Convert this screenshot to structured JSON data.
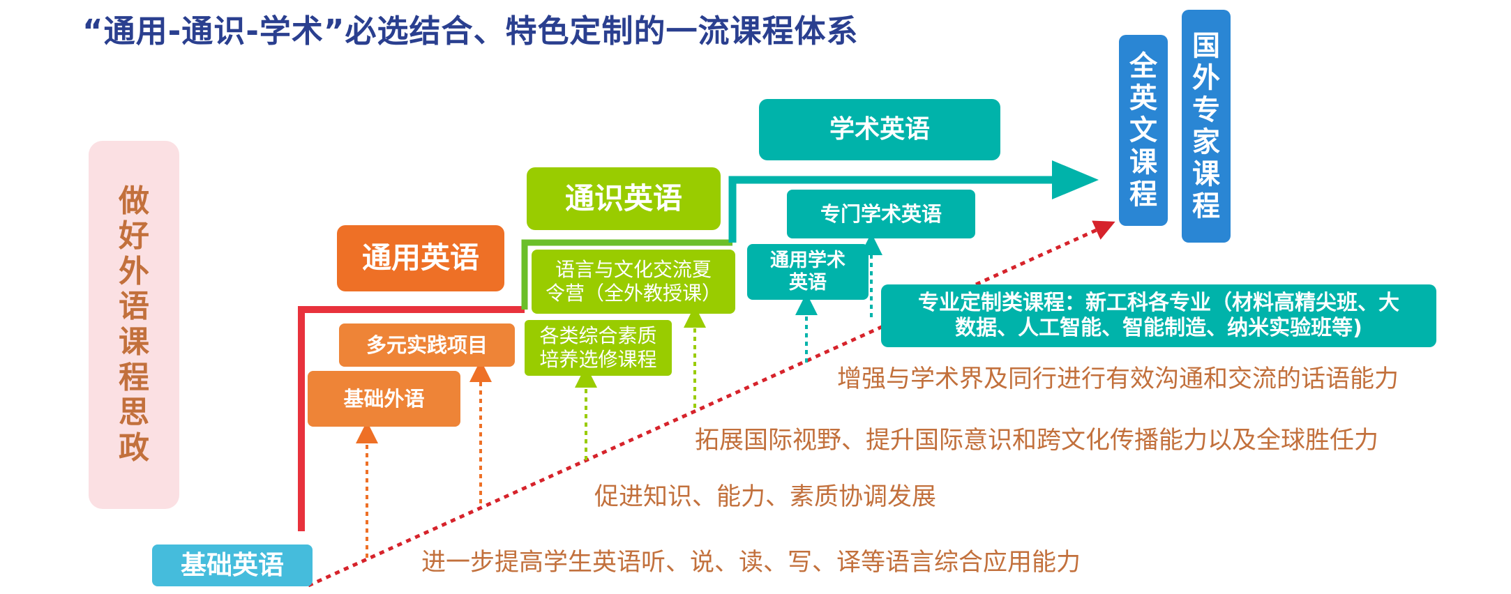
{
  "title": "“通用-通识-学术”必选结合、特色定制的一流课程体系",
  "side_banner": [
    "做",
    "好",
    "外",
    "语",
    "课",
    "程",
    "思",
    "政"
  ],
  "stages": {
    "basic": "基础英语",
    "general": "通用英语",
    "liberal": "通识英语",
    "academic": "学术英语"
  },
  "sub_courses": {
    "basic_foreign": "基础外语",
    "practice": "多元实践项目",
    "quality_line1": "各类综合素质",
    "quality_line2": "培养选修课程",
    "camp_line1": "语言与文化交流夏",
    "camp_line2": "令营（全外教授课）",
    "general_academic_line1": "通用学术",
    "general_academic_line2": "英语",
    "special_academic": "专门学术英语"
  },
  "custom_course": {
    "line1": "专业定制类课程：新工科各专业（材料高精尖班、大",
    "line2": "数据、人工智能、智能制造、纳米实验班等)"
  },
  "vertical_courses": {
    "all_english": [
      "全",
      "英",
      "文",
      "课",
      "程"
    ],
    "foreign_experts": [
      "国",
      "外",
      "专",
      "家",
      "课",
      "程"
    ]
  },
  "goals": {
    "goal1": "进一步提高学生英语听、说、读、写、译等语言综合应用能力",
    "goal2": "促进知识、能力、素质协调发展",
    "goal3": "拓展国际视野、提升国际意识和跨文化传播能力以及全球胜任力",
    "goal4": "增强与学术界及同行进行有效沟通和交流的话语能力"
  },
  "colors": {
    "title": "#2a3f8f",
    "side_banner_bg": "#fbe0e3",
    "side_banner_text": "#c2703c",
    "basic": "#45bcdc",
    "orange": "#ee7026",
    "orange_light": "#ee8437",
    "green": "#99cc00",
    "green_line": "#6bbf2a",
    "teal": "#00b3aa",
    "blue": "#2a86d4",
    "red": "#e8323c",
    "goal_text": "#c2703c"
  }
}
